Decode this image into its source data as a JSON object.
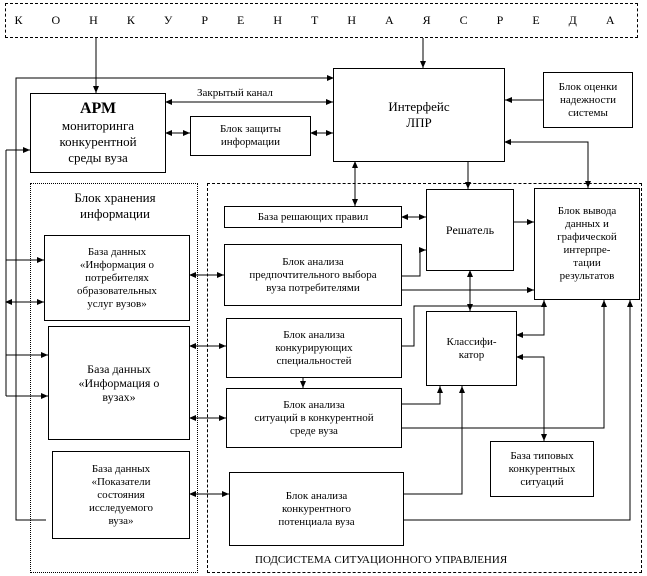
{
  "environment": {
    "title": "К О Н К У Р Е Н Т Н А Я   С Р Е Д А"
  },
  "arm": {
    "title": "АРМ",
    "subtitle": "мониторинга\nконкурентной\nсреды вуза"
  },
  "closed_channel": "Закрытый канал",
  "protection": "Блок защиты\nинформации",
  "interface": "Интерфейс\nЛПР",
  "reliability": "Блок оценки\nнадежности\nсистемы",
  "storage": {
    "title": "Блок хранения\nинформации",
    "db_consumers": "База данных\n«Информация о\nпотребителях\nобразовательных\nуслуг вузов»",
    "db_universities": "База данных\n«Информация о\nвузах»",
    "db_indicators": "База данных\n«Показатели\nсостояния\nисследуемого\nвуза»"
  },
  "subsystem": {
    "title": "ПОДСИСТЕМА СИТУАЦИОННОГО УПРАВЛЕНИЯ",
    "rules_base": "База решающих правил",
    "solver": "Решатель",
    "output": "Блок вывода\nданных и\nграфической\nинтерпре-\nтации\nрезультатов",
    "pref_analysis": "Блок анализа\nпредпочтительного выбора\nвуза потребителями",
    "classifier": "Классифи-\nкатор",
    "competitor_analysis": "Блок анализа\nконкурирующих\nспециальностей",
    "situation_analysis": "Блок анализа\nситуаций в  конкурентной\nсреде вуза",
    "typical_situations": "База типовых\nконкурентных\nситуаций",
    "potential_analysis": "Блок анализа\nконкурентного\nпотенциала вуза"
  }
}
